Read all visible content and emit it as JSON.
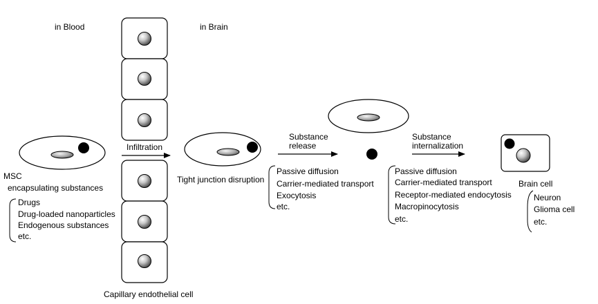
{
  "labels": {
    "in_blood": "in Blood",
    "in_brain": "in Brain",
    "msc": "MSC",
    "msc_sub": "encapsulating substances",
    "infiltration": "Infiltration",
    "substance_release_1": "Substance",
    "substance_release_2": "release",
    "substance_intern_1": "Substance",
    "substance_intern_2": "internalization",
    "tight_junction": "Tight junction disruption",
    "brain_cell": "Brain cell",
    "capillary": "Capillary endothelial cell"
  },
  "lists": {
    "substances": [
      "Drugs",
      "Drug-loaded nanoparticles",
      "Endogenous substances",
      "etc."
    ],
    "release": [
      "Passive diffusion",
      "Carrier-mediated transport",
      "Exocytosis",
      "etc."
    ],
    "internalization": [
      "Passive diffusion",
      "Carrier-mediated transport",
      "Receptor-mediated endocytosis",
      "Macropinocytosis",
      "etc."
    ],
    "brain_cells": [
      "Neuron",
      "Glioma cell",
      "etc."
    ]
  }
}
